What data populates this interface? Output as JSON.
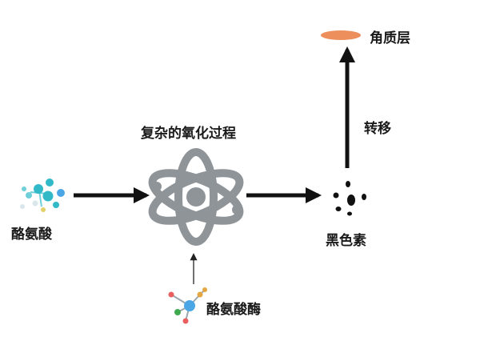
{
  "labels": {
    "tyrosine": "酪氨酸",
    "oxidation": "复杂的氧化过程",
    "tyrosinase": "酪氨酸酶",
    "melanin": "黑色素",
    "transfer": "转移",
    "stratum_corneum": "角质层"
  },
  "icons": {
    "tyrosine": "molecule-cluster-icon",
    "oxidation": "atom-icon",
    "tyrosinase": "enzyme-molecule-icon",
    "melanin": "pigment-dots-icon",
    "stratum_corneum": "skin-layer-icon"
  },
  "colors": {
    "arrow": "#111111",
    "atom": "#8f9499",
    "stratum_corneum": "#ec8f5c",
    "molecule_teal": "#32b9c8",
    "molecule_blue": "#4ba6e6"
  }
}
